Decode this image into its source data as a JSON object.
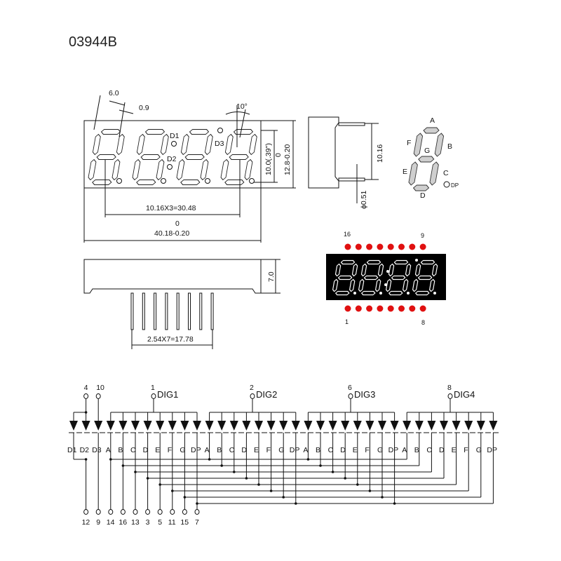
{
  "title": "03944B",
  "front_view": {
    "dim_segment_width": "6.0",
    "dim_segment_gap": "0.9",
    "dim_slant": "10°",
    "dot_labels": [
      "D1",
      "D2",
      "D3"
    ],
    "dim_digit_height": "10.0(.39'')",
    "dim_height_tol_upper": "0",
    "dim_height": "12.8-0.20",
    "dim_pitch": "10.16X3=30.48",
    "dim_width_tol_upper": "0",
    "dim_width": "40.18-0.20"
  },
  "side_view": {
    "dim_pin_spacing": "10.16",
    "dim_pin_diameter": "ϕ0.51"
  },
  "bottom_view": {
    "dim_pin_row": "2.54X7=17.78",
    "dim_depth": "7.0"
  },
  "segment_diagram": {
    "labels": {
      "a": "A",
      "b": "B",
      "c": "C",
      "d": "D",
      "e": "E",
      "f": "F",
      "g": "G",
      "dp": "DP"
    }
  },
  "display_photo": {
    "pin_labels": {
      "top_left": "16",
      "top_right": "9",
      "bottom_left": "1",
      "bottom_right": "8"
    },
    "led_color": "#e01010"
  },
  "schematic": {
    "top_pins": [
      {
        "number": "4",
        "label": ""
      },
      {
        "number": "10",
        "label": ""
      },
      {
        "number": "1",
        "label": "DIG1"
      },
      {
        "number": "2",
        "label": "DIG2"
      },
      {
        "number": "6",
        "label": "DIG3"
      },
      {
        "number": "8",
        "label": "DIG4"
      }
    ],
    "diode_labels": [
      "D1",
      "D2",
      "D3",
      "A",
      "B",
      "C",
      "D",
      "E",
      "F",
      "G",
      "DP",
      "A",
      "B",
      "C",
      "D",
      "E",
      "F",
      "G",
      "DP",
      "A",
      "B",
      "C",
      "D",
      "E",
      "F",
      "G",
      "DP",
      "A",
      "B",
      "C",
      "D",
      "E",
      "F",
      "G",
      "DP"
    ],
    "bottom_pins": [
      "12",
      "9",
      "14",
      "16",
      "13",
      "3",
      "5",
      "11",
      "15",
      "7"
    ]
  }
}
